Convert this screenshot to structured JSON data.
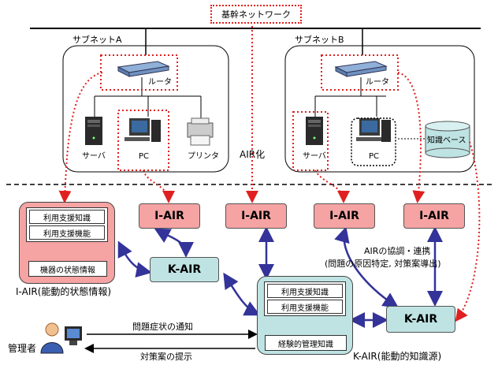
{
  "title": "基幹ネットワーク",
  "subnet_a": {
    "label": "サブネットA",
    "router": "ルータ",
    "server": "サーバ",
    "pc": "PC",
    "printer": "プリンタ"
  },
  "subnet_b": {
    "label": "サブネットB",
    "router": "ルータ",
    "server": "サーバ",
    "pc": "PC",
    "kb": "知識ベース"
  },
  "air_ka": "AIR化",
  "iair_label": "I-AIR",
  "kair_label": "K-AIR",
  "left_iair": {
    "item1": "利用支援知識",
    "item2": "利用支援機能",
    "item3": "機器の状態情報",
    "caption": "I-AIR(能動的状態情報)"
  },
  "center_kair": {
    "item1": "利用支援知識",
    "item2": "利用支援機能",
    "item3": "経験的管理知識",
    "caption": "K-AIR(能動的知識源)"
  },
  "coop": {
    "line1": "AIRの協調・連携",
    "line2": "(問題の原因特定, 対策案導出)"
  },
  "admin": {
    "label": "管理者",
    "notify": "問題症状の通知",
    "proposal": "対策案の提示"
  },
  "colors": {
    "iair": "#f5a3a3",
    "kair": "#bfe3e3",
    "dotted_red": "#e02020",
    "arrow_blue": "#333399"
  }
}
